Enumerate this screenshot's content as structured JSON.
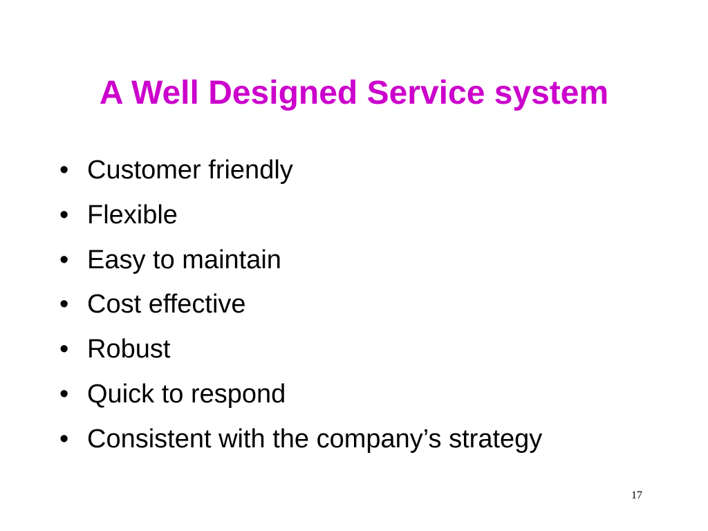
{
  "slide": {
    "title": "A Well Designed Service system",
    "title_color": "#cc00cc",
    "bullet_glyph": "•",
    "bullets": [
      "Customer friendly",
      "Flexible",
      "Easy to maintain",
      "Cost effective",
      "Robust",
      "Quick to respond",
      "Consistent with the company’s strategy"
    ],
    "page_number": "17"
  }
}
